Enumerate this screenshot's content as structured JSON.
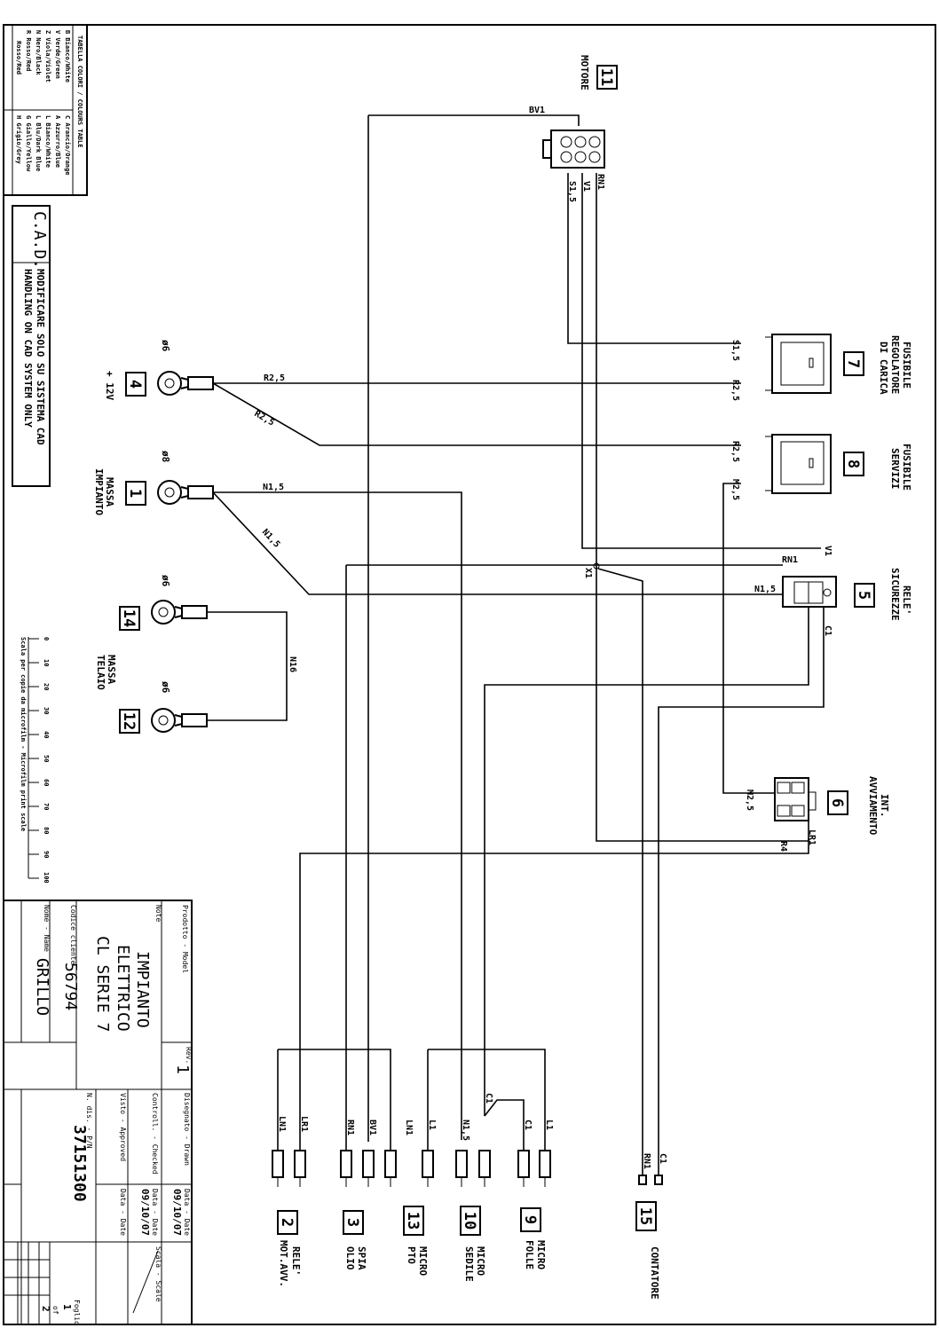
{
  "components": {
    "c11": {
      "num": "11",
      "name": "MOTORE"
    },
    "c7": {
      "num": "7",
      "l1": "FUSIBILE",
      "l2": "REGOLATORE",
      "l3": "DI CARICA"
    },
    "c8": {
      "num": "8",
      "l1": "FUSIBILE",
      "l2": "SERVIZI"
    },
    "c5": {
      "num": "5",
      "l1": "RELE'",
      "l2": "SICUREZZE"
    },
    "c6": {
      "num": "6",
      "l1": "INT.",
      "l2": "AVVIAMENTO"
    },
    "c4": {
      "num": "4",
      "name": "+ 12V",
      "size": "ø6"
    },
    "c1": {
      "num": "1",
      "l1": "MASSA",
      "l2": "IMPIANTO",
      "size": "ø8"
    },
    "c14": {
      "num": "14",
      "size": "ø6"
    },
    "c12": {
      "num": "12",
      "l1": "MASSA",
      "l2": "TELAIO",
      "size": "ø6"
    },
    "c2": {
      "num": "2",
      "l1": "RELE'",
      "l2": "MOT.AVV."
    },
    "c3": {
      "num": "3",
      "l1": "SPIA",
      "l2": "OLIO"
    },
    "c13": {
      "num": "13",
      "l1": "MICRO",
      "l2": "PTO"
    },
    "c10": {
      "num": "10",
      "l1": "MICRO",
      "l2": "SEDILE"
    },
    "c9": {
      "num": "9",
      "l1": "MICRO",
      "l2": "FOLLE"
    },
    "c15": {
      "num": "15",
      "name": "CONTATORE"
    }
  },
  "wires": {
    "bv1": "BV1",
    "s15": "S1,5",
    "v1": "V1",
    "rn1": "RN1",
    "s15b": "S1,5",
    "r25": "R2,5",
    "r25b": "R2,5",
    "r25c": "R2,5",
    "r25d": "R2,5",
    "m25": "M2,5",
    "n15": "N1,5",
    "n15b": "N1,5",
    "n15c": "N1,5",
    "n16": "N16",
    "rn1b": "RN1",
    "v1b": "V1",
    "x1": "X1",
    "c1": "C1",
    "m25b": "M2,5",
    "r4": "R4",
    "lr1": "LR1",
    "ln1": "LN1",
    "lr1b": "LR1",
    "rn1c": "RN1",
    "bv1b": "BV1",
    "ln1b": "LN1",
    "l1": "L1",
    "n15d": "N1,5",
    "c1b": "C1",
    "c1c": "C1",
    "l1b": "L1",
    "rn1d": "RN1",
    "c1d": "C1"
  },
  "legend": {
    "title": "TABELLA COLORI / COLOURS TABLE",
    "rows": [
      "B  Bianco/White",
      "V  Verde/Green",
      "Z  Viola/Violet",
      "N  Nero/Black",
      "R  Rosso/Red",
      "Rosso/Red",
      "C  Arancio/Orange",
      "A  Azzurro/Blue",
      "L  Bianco/White",
      "L  Blu/Dark Blue",
      "G  Giallo/Yellow",
      "H  Grigio/Grey"
    ]
  },
  "cad": {
    "mark": "C.A.D.",
    "line1": "MODIFICARE SOLO SU SISTEMA CAD",
    "line2": "HANDLING ON CAD SYSTEM ONLY"
  },
  "scale_note": "Scala per copie da microfilm - Microfilm print scale",
  "scale_ticks": [
    "0",
    "10",
    "20",
    "30",
    "40",
    "50",
    "60",
    "70",
    "80",
    "90",
    "100"
  ],
  "titleblock": {
    "prodotto_label": "Prodotto - Model",
    "note_label": "Note",
    "title1": "IMPIANTO",
    "title2": "ELETTRICO",
    "title3": "CL SERIE 7",
    "codice_label": "Codice cliente",
    "codice": "56794",
    "nome_label": "Nome - Name",
    "nome": "GRILLO",
    "rev_label": "Rev.",
    "rev": "1",
    "disegnato_label": "Disegnato - Drawn",
    "controllato_label": "Controll. - Checked",
    "visto_label": "Visto - Approved",
    "data_label": "Data - Date",
    "date1": "09/10/07",
    "date2": "09/10/07",
    "scala_label": "Scala - Scale",
    "ndis_label": "N. dis. - P/N",
    "pn": "37151300",
    "foglio_label": "Foglio",
    "sheet": "1",
    "of": "of",
    "sheets": "2"
  }
}
